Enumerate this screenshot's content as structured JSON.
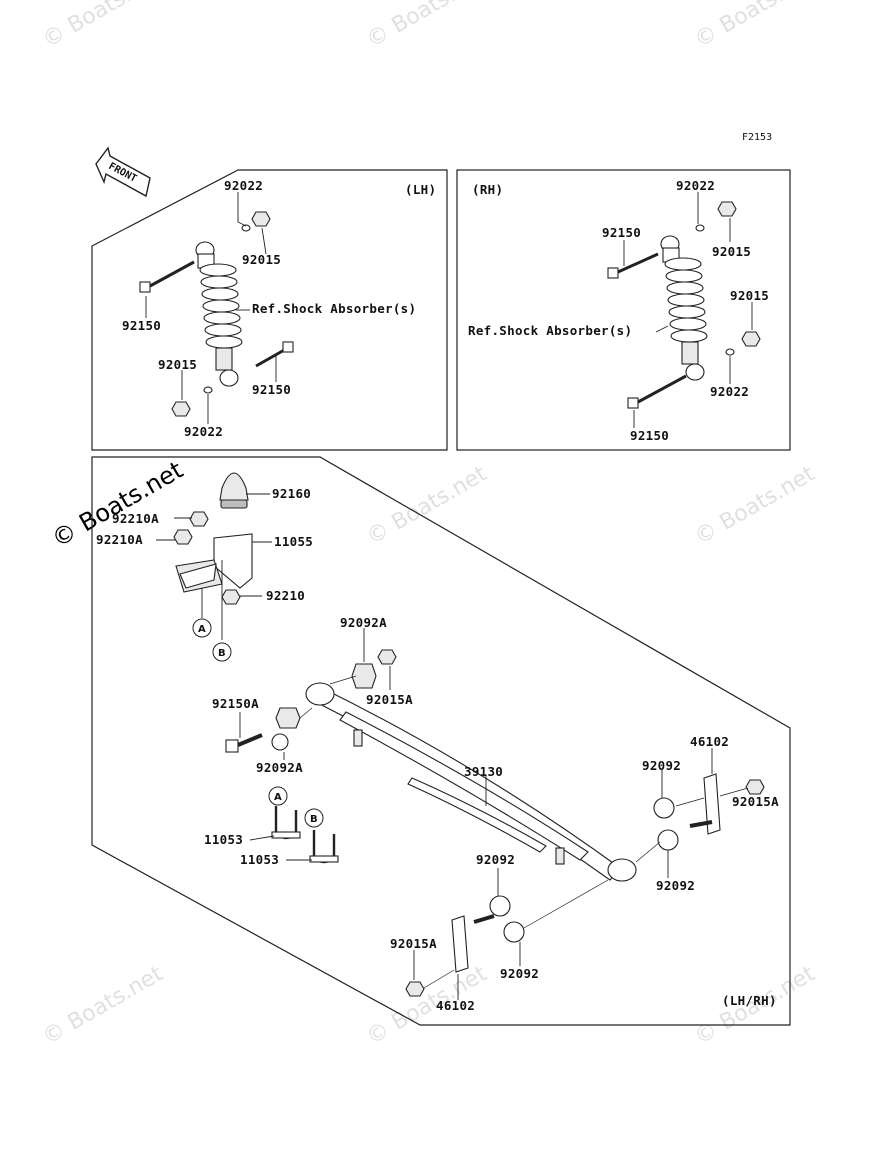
{
  "figure_code": "F2153",
  "front_arrow_label": "FRONT",
  "watermarks": {
    "small": "© Boats.net",
    "big": "© Boats.net"
  },
  "lh_panel": {
    "side_label": "(LH)",
    "ref_label": "Ref.Shock Absorber(s)",
    "parts": {
      "washer_top": "92022",
      "nut_top": "92015",
      "bolt_top": "92150",
      "nut_bottom": "92015",
      "bolt_bottom": "92150",
      "washer_bottom": "92022"
    }
  },
  "rh_panel": {
    "side_label": "(RH)",
    "ref_label": "Ref.Shock Absorber(s)",
    "parts": {
      "washer_top": "92022",
      "bolt_top": "92150",
      "nut_top": "92015",
      "nut_right": "92015",
      "washer_bottom": "92022",
      "bolt_bottom": "92150"
    }
  },
  "spring_panel": {
    "side_label": "(LH/RH)",
    "parts": {
      "bump_stop": "92160",
      "nut_a1": "92210A",
      "nut_a2": "92210A",
      "bracket": "11055",
      "nut_bracket": "92210",
      "bushing_top": "92092A",
      "nut_top": "92015A",
      "bolt_front": "92150A",
      "bushing_front": "92092A",
      "leaf_spring": "39130",
      "shackle_right": "46102",
      "bushing_r1": "92092",
      "nut_right": "92015A",
      "bushing_r2": "92092",
      "bushing_m1": "92092",
      "bushing_m2": "92092",
      "nut_lower": "92015A",
      "shackle_lower": "46102",
      "u_bolt_a": "11053",
      "u_bolt_b": "11053"
    },
    "callouts": {
      "a": "A",
      "b": "B"
    }
  }
}
